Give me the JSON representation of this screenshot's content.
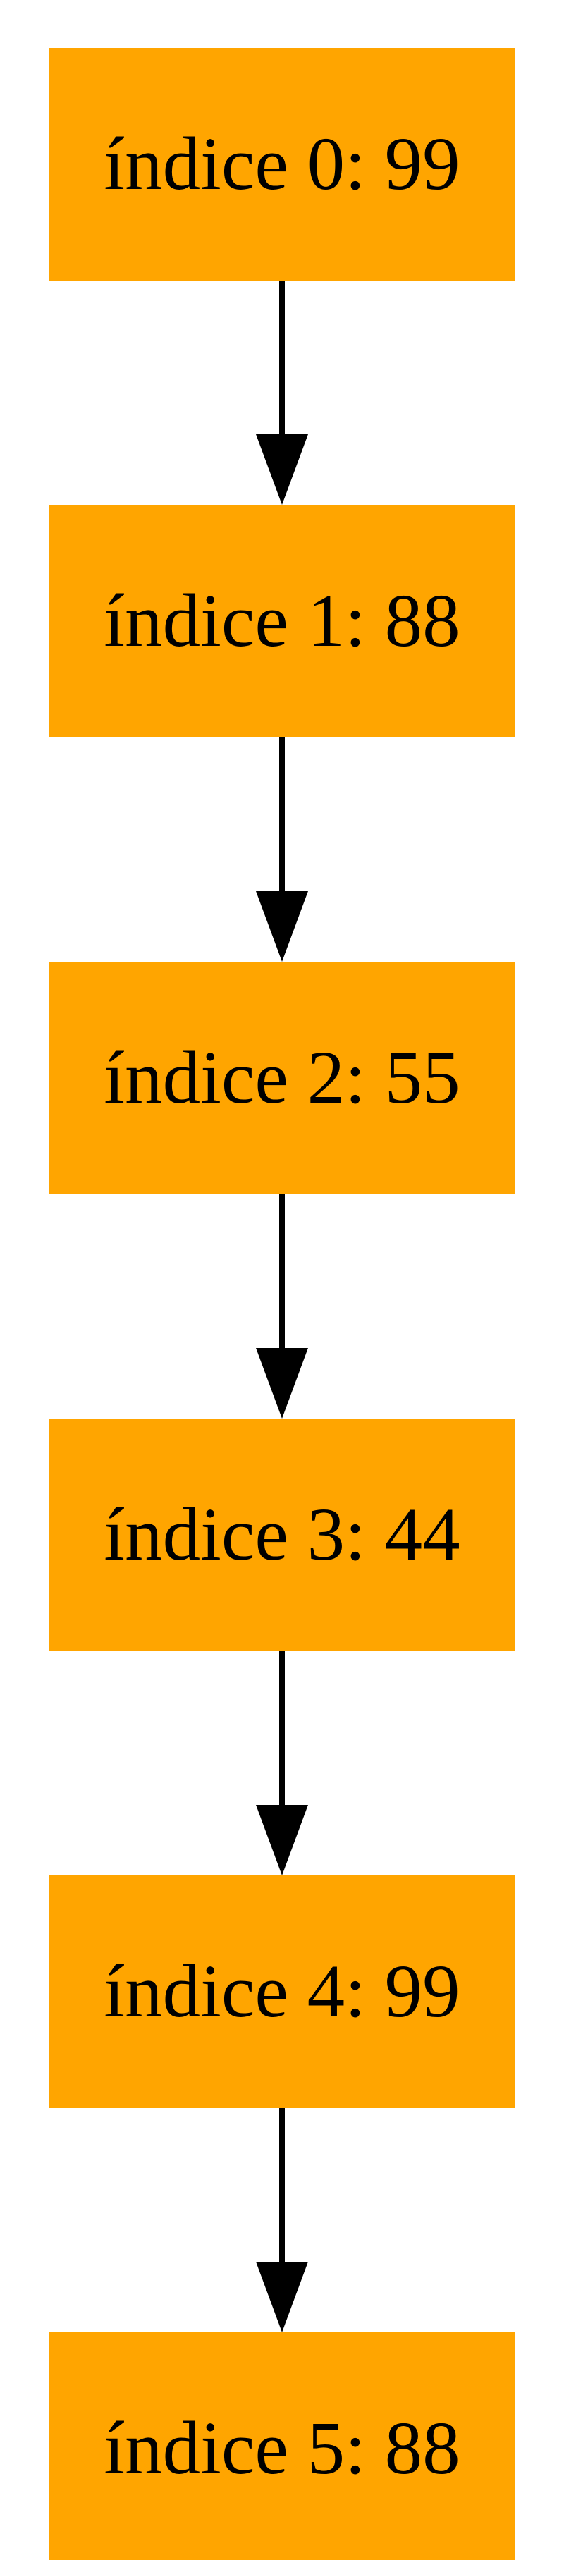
{
  "diagram": {
    "node_fill": "#ffa500",
    "edge_color": "#000000",
    "text_color": "#000000",
    "nodes": [
      {
        "id": "n0",
        "label": "índice 0: 99"
      },
      {
        "id": "n1",
        "label": "índice 1: 88"
      },
      {
        "id": "n2",
        "label": "índice 2: 55"
      },
      {
        "id": "n3",
        "label": "índice 3: 44"
      },
      {
        "id": "n4",
        "label": "índice 4: 99"
      },
      {
        "id": "n5",
        "label": "índice 5: 88"
      }
    ],
    "edges": [
      {
        "from": "n0",
        "to": "n1"
      },
      {
        "from": "n1",
        "to": "n2"
      },
      {
        "from": "n2",
        "to": "n3"
      },
      {
        "from": "n3",
        "to": "n4"
      },
      {
        "from": "n4",
        "to": "n5"
      }
    ]
  }
}
